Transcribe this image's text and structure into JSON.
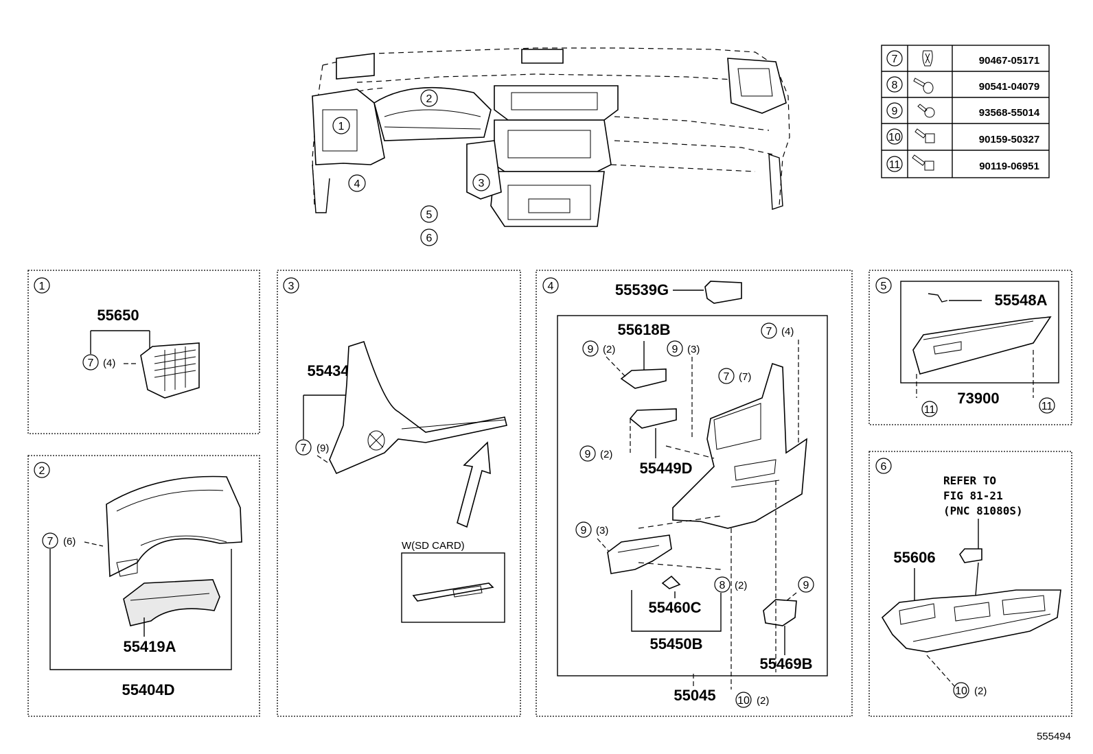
{
  "fastener_table": [
    {
      "ref": "7",
      "part_no": "90467-05171",
      "icon": "clip-icon"
    },
    {
      "ref": "8",
      "part_no": "90541-04079",
      "icon": "pin-icon"
    },
    {
      "ref": "9",
      "part_no": "93568-55014",
      "icon": "screw-icon"
    },
    {
      "ref": "10",
      "part_no": "90159-50327",
      "icon": "bolt-icon"
    },
    {
      "ref": "11",
      "part_no": "90119-06951",
      "icon": "bolt-icon"
    }
  ],
  "overview": {
    "callouts": [
      "1",
      "2",
      "3",
      "4",
      "5",
      "6"
    ]
  },
  "panel1": {
    "id": "1",
    "parts": [
      "55650"
    ],
    "notes": [
      {
        "ref": "7",
        "qty": "(4)"
      }
    ]
  },
  "panel2": {
    "id": "2",
    "parts": [
      "55419A",
      "55404D"
    ],
    "notes": [
      {
        "ref": "7",
        "qty": "(6)"
      }
    ]
  },
  "panel3": {
    "id": "3",
    "parts": [
      "55434A"
    ],
    "notes": [
      {
        "ref": "7",
        "qty": "(9)"
      }
    ],
    "inset_label": "W(SD CARD)"
  },
  "panel4": {
    "id": "4",
    "parts": [
      "55539G",
      "55618B",
      "55449D",
      "55460C",
      "55450B",
      "55469B",
      "55045"
    ],
    "notes": [
      {
        "ref": "9",
        "qty": "(2)"
      },
      {
        "ref": "9",
        "qty": "(3)"
      },
      {
        "ref": "7",
        "qty": "(4)"
      },
      {
        "ref": "7",
        "qty": "(7)"
      },
      {
        "ref": "9",
        "qty": "(2)"
      },
      {
        "ref": "9",
        "qty": "(3)"
      },
      {
        "ref": "8",
        "qty": "(2)"
      },
      {
        "ref": "9",
        "qty": ""
      },
      {
        "ref": "10",
        "qty": "(2)"
      }
    ]
  },
  "panel5": {
    "id": "5",
    "parts": [
      "55548A",
      "73900"
    ],
    "notes": [
      {
        "ref": "11",
        "qty": ""
      },
      {
        "ref": "11",
        "qty": ""
      }
    ]
  },
  "panel6": {
    "id": "6",
    "parts": [
      "55606"
    ],
    "refer_lines": [
      "REFER TO",
      "FIG 81-21",
      "(PNC 81080S)"
    ],
    "notes": [
      {
        "ref": "10",
        "qty": "(2)"
      }
    ]
  },
  "footer_code": "555494"
}
